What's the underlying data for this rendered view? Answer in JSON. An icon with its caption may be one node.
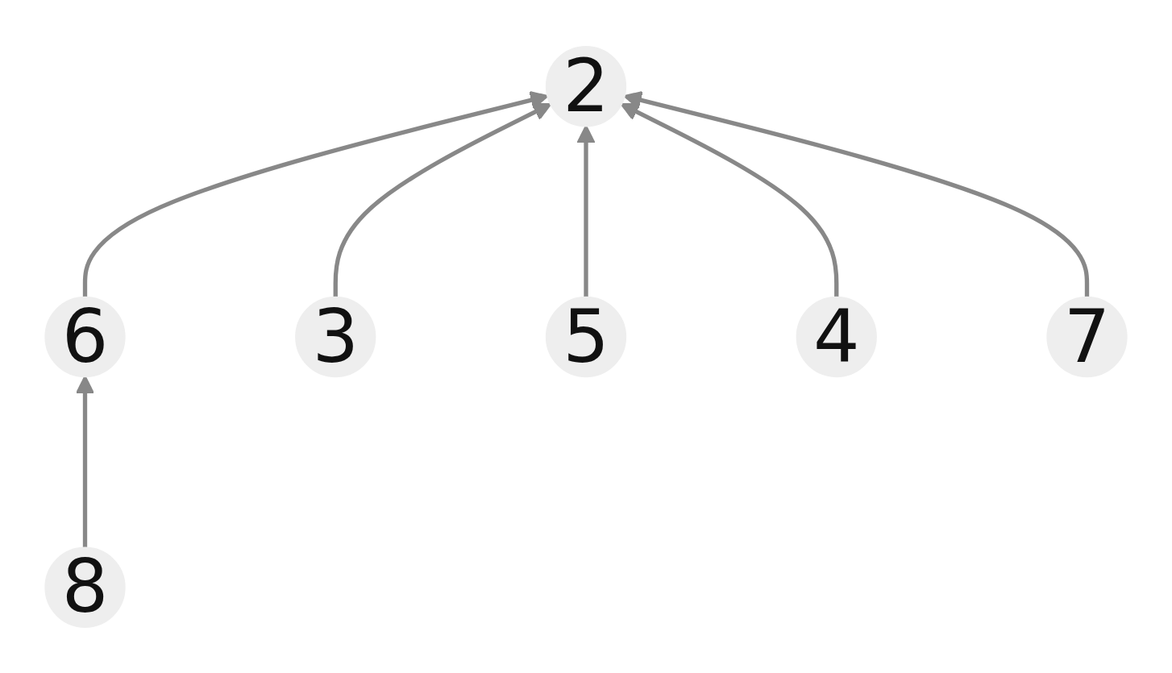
{
  "diagram": {
    "nodes": [
      {
        "text": [
          "2"
        ]
      },
      {
        "text": [
          "6"
        ]
      },
      {
        "text": [
          "3"
        ]
      },
      {
        "text": [
          "4"
        ]
      },
      {
        "text": [
          "7"
        ]
      },
      {
        "text": [
          "8"
        ]
      },
      {
        "text": [
          "5"
        ]
      }
    ],
    "edges": [
      {
        "from": 1,
        "to": 0,
        "arrow": "to"
      },
      {
        "from": 2,
        "to": 0,
        "arrow": "to"
      },
      {
        "from": 6,
        "to": 0,
        "arrow": "to"
      },
      {
        "from": 3,
        "to": 0,
        "arrow": "to"
      },
      {
        "from": 4,
        "to": 0,
        "arrow": "to"
      },
      {
        "from": 5,
        "to": 1,
        "arrow": "to"
      }
    ]
  }
}
